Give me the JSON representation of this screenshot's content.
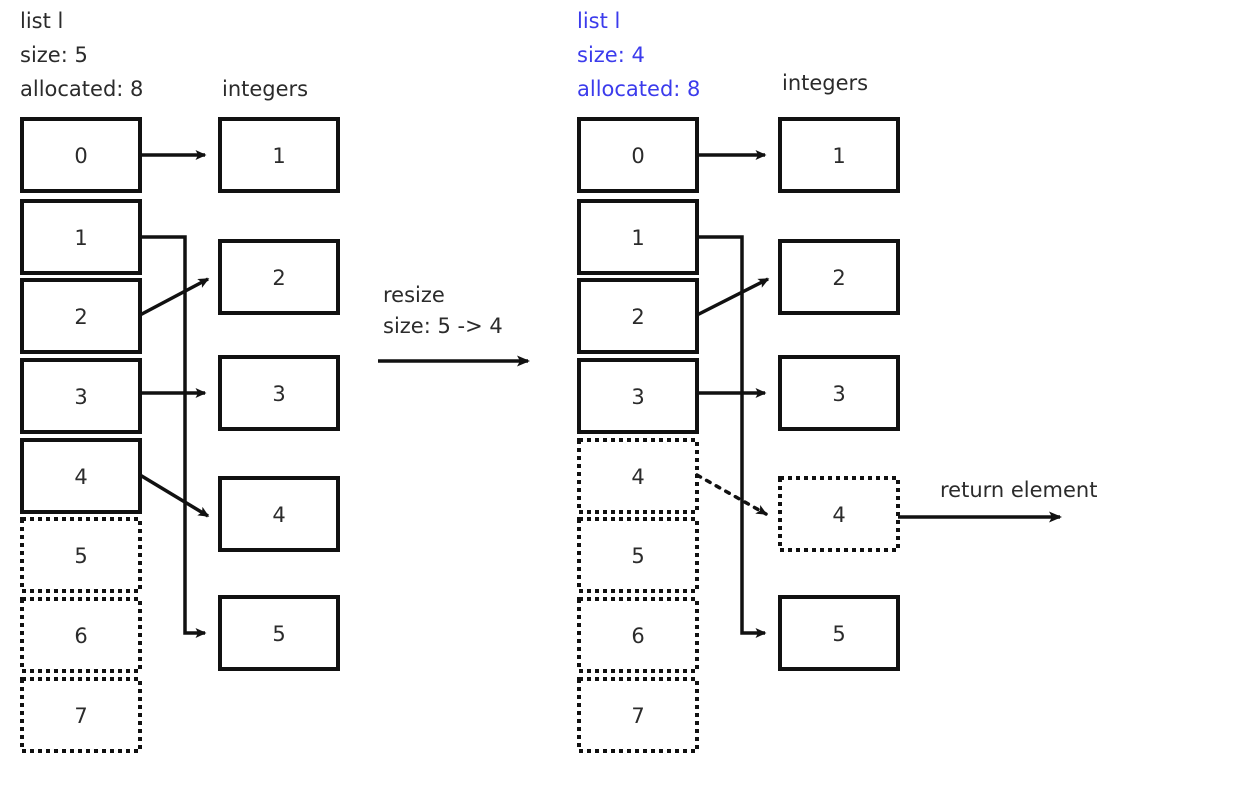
{
  "diagram": {
    "title_semantic": "python-list-resize-pop-diagram",
    "colors": {
      "ink": "#2b2b2b",
      "stroke": "#111111",
      "highlight_blue": "#3b3bec",
      "background": "#ffffff"
    }
  },
  "left_panel": {
    "header": {
      "line1": "list l",
      "line2": "size: 5",
      "line3": "allocated: 8"
    },
    "integers_label": "integers",
    "slots": [
      {
        "index": "0",
        "style": "solid"
      },
      {
        "index": "1",
        "style": "solid"
      },
      {
        "index": "2",
        "style": "solid"
      },
      {
        "index": "3",
        "style": "solid"
      },
      {
        "index": "4",
        "style": "solid"
      },
      {
        "index": "5",
        "style": "dotted"
      },
      {
        "index": "6",
        "style": "dotted"
      },
      {
        "index": "7",
        "style": "dotted"
      }
    ],
    "values": [
      {
        "value": "1",
        "style": "solid"
      },
      {
        "value": "2",
        "style": "solid"
      },
      {
        "value": "3",
        "style": "solid"
      },
      {
        "value": "4",
        "style": "solid"
      },
      {
        "value": "5",
        "style": "solid"
      }
    ],
    "pointers": [
      {
        "from_slot": "0",
        "to_value": "1",
        "style": "solid"
      },
      {
        "from_slot": "1",
        "to_value": "5",
        "style": "solid"
      },
      {
        "from_slot": "2",
        "to_value": "2",
        "style": "solid"
      },
      {
        "from_slot": "3",
        "to_value": "3",
        "style": "solid"
      },
      {
        "from_slot": "4",
        "to_value": "4",
        "style": "solid"
      }
    ]
  },
  "transition": {
    "line1": "resize",
    "line2": "size: 5 -> 4",
    "arrow": "right-arrow"
  },
  "right_panel": {
    "header": {
      "line1": "list l",
      "line2": "size: 4",
      "line3": "allocated: 8"
    },
    "integers_label": "integers",
    "slots": [
      {
        "index": "0",
        "style": "solid"
      },
      {
        "index": "1",
        "style": "solid"
      },
      {
        "index": "2",
        "style": "solid"
      },
      {
        "index": "3",
        "style": "solid"
      },
      {
        "index": "4",
        "style": "dotted"
      },
      {
        "index": "5",
        "style": "dotted"
      },
      {
        "index": "6",
        "style": "dotted"
      },
      {
        "index": "7",
        "style": "dotted"
      }
    ],
    "values": [
      {
        "value": "1",
        "style": "solid"
      },
      {
        "value": "2",
        "style": "solid"
      },
      {
        "value": "3",
        "style": "solid"
      },
      {
        "value": "4",
        "style": "dotted"
      },
      {
        "value": "5",
        "style": "solid"
      }
    ],
    "pointers": [
      {
        "from_slot": "0",
        "to_value": "1",
        "style": "solid"
      },
      {
        "from_slot": "1",
        "to_value": "5",
        "style": "solid"
      },
      {
        "from_slot": "2",
        "to_value": "2",
        "style": "solid"
      },
      {
        "from_slot": "3",
        "to_value": "3",
        "style": "solid"
      },
      {
        "from_slot": "4",
        "to_value": "4",
        "style": "dotted"
      }
    ],
    "return_label": "return element"
  }
}
